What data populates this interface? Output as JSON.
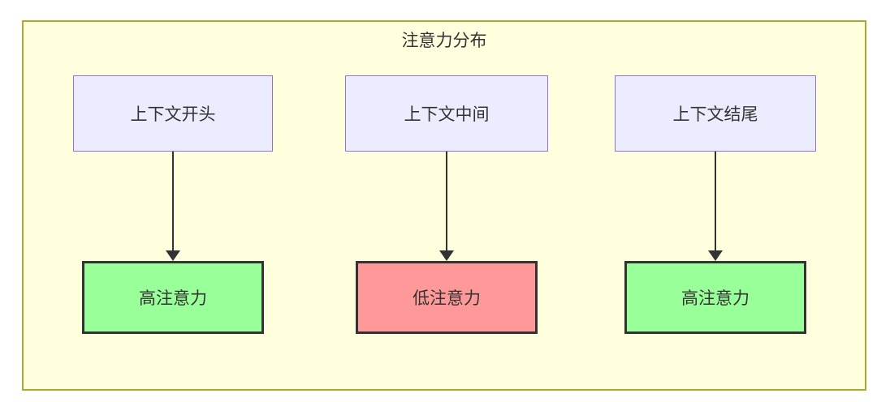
{
  "diagram": {
    "title": "注意力分布",
    "columns": [
      {
        "source": {
          "label": "上下文开头"
        },
        "target": {
          "label": "高注意力",
          "level": "high"
        }
      },
      {
        "source": {
          "label": "上下文中间"
        },
        "target": {
          "label": "低注意力",
          "level": "low"
        }
      },
      {
        "source": {
          "label": "上下文结尾"
        },
        "target": {
          "label": "高注意力",
          "level": "high"
        }
      }
    ],
    "colors": {
      "page_background": "#ffffff",
      "cluster_fill": "#ffffde",
      "cluster_border": "#aaaa33",
      "source_node_fill": "#ececff",
      "source_node_border": "#9370db",
      "high_attention_fill": "#99ff99",
      "low_attention_fill": "#ff9999",
      "target_node_border": "#333333",
      "arrow": "#333333",
      "text": "#333333"
    }
  }
}
